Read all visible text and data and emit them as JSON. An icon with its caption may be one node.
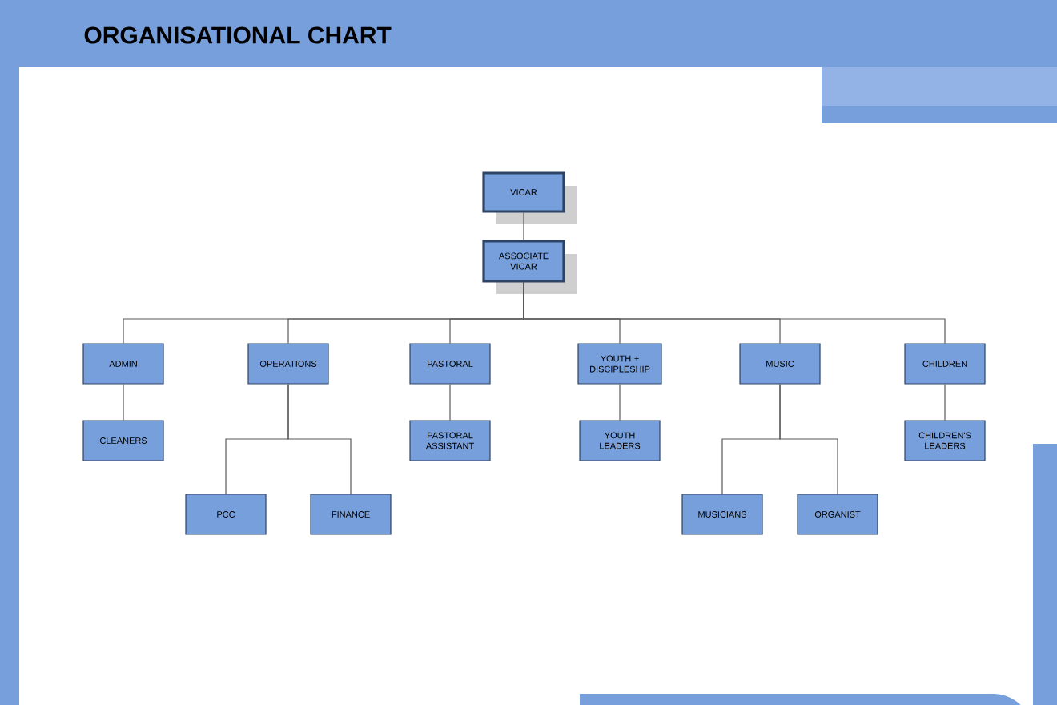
{
  "diagram": {
    "title": "ORGANISATIONAL CHART",
    "nodes": [
      {
        "text": [
          "VICAR"
        ]
      },
      {
        "text": [
          "ASSOCIATE VICAR"
        ]
      },
      {
        "text": [
          "ADMIN"
        ]
      },
      {
        "text": [
          "OPERATIONS"
        ]
      },
      {
        "text": [
          "PASTORAL"
        ]
      },
      {
        "text": [
          "YOUTH + DISCIPLESHIP"
        ]
      },
      {
        "text": [
          "MUSIC"
        ]
      },
      {
        "text": [
          "CHILDREN"
        ]
      },
      {
        "text": [
          "CLEANERS"
        ]
      },
      {
        "text": [
          "PASTORAL ASSISTANT"
        ]
      },
      {
        "text": [
          "YOUTH LEADERS"
        ]
      },
      {
        "text": [
          "CHILDREN'S LEADERS"
        ]
      },
      {
        "text": [
          "PCC"
        ]
      },
      {
        "text": [
          "FINANCE"
        ]
      },
      {
        "text": [
          "MUSICIANS"
        ]
      },
      {
        "text": [
          "ORGANIST"
        ]
      }
    ],
    "edges": [
      {
        "from": 0,
        "to": 1,
        "arrow": "none"
      },
      {
        "from": 1,
        "to": 2,
        "arrow": "none"
      },
      {
        "from": 1,
        "to": 3,
        "arrow": "none"
      },
      {
        "from": 1,
        "to": 4,
        "arrow": "none"
      },
      {
        "from": 1,
        "to": 5,
        "arrow": "none"
      },
      {
        "from": 1,
        "to": 6,
        "arrow": "none"
      },
      {
        "from": 1,
        "to": 7,
        "arrow": "none"
      },
      {
        "from": 2,
        "to": 8,
        "arrow": "none"
      },
      {
        "from": 3,
        "to": 12,
        "arrow": "none"
      },
      {
        "from": 3,
        "to": 13,
        "arrow": "none"
      },
      {
        "from": 4,
        "to": 9,
        "arrow": "none"
      },
      {
        "from": 5,
        "to": 10,
        "arrow": "none"
      },
      {
        "from": 6,
        "to": 14,
        "arrow": "none"
      },
      {
        "from": 6,
        "to": 15,
        "arrow": "none"
      },
      {
        "from": 7,
        "to": 11,
        "arrow": "none"
      }
    ]
  }
}
